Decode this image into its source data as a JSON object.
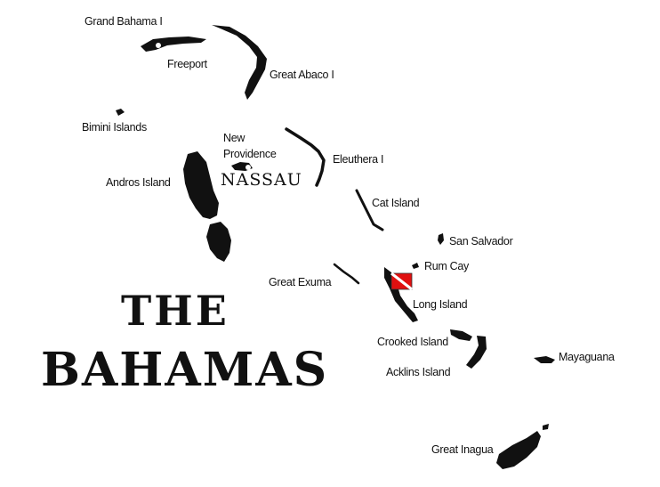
{
  "map": {
    "title_line1": "THE",
    "title_line2": "BAHAMAS",
    "capital": "NASSAU",
    "colors": {
      "land": "#111111",
      "marker": "#e01010",
      "background": "#ffffff"
    },
    "marker_icon": "dive-flag-icon",
    "labels": {
      "grand_bahama": "Grand Bahama I",
      "freeport": "Freeport",
      "great_abaco": "Great Abaco I",
      "bimini": "Bimini Islands",
      "new_providence_1": "New",
      "new_providence_2": "Providence",
      "eleuthera": "Eleuthera I",
      "andros": "Andros Island",
      "cat_island": "Cat Island",
      "san_salvador": "San Salvador",
      "rum_cay": "Rum Cay",
      "great_exuma": "Great Exuma",
      "long_island": "Long Island",
      "crooked_island": "Crooked Island",
      "acklins": "Acklins Island",
      "mayaguana": "Mayaguana",
      "great_inagua": "Great Inagua"
    }
  }
}
